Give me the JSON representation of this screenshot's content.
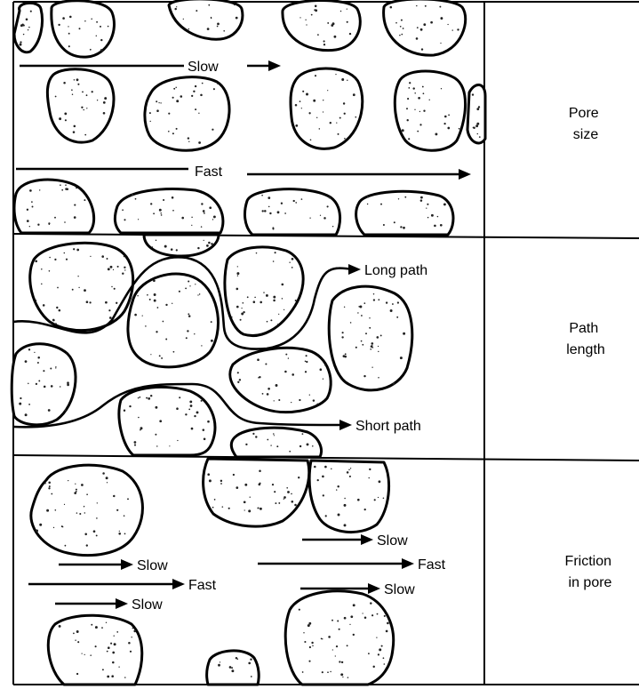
{
  "sections": [
    {
      "label_lines": [
        "Pore",
        "size"
      ],
      "flows": {
        "top": "Slow",
        "bottom": "Fast"
      }
    },
    {
      "label_lines": [
        "Path",
        "length"
      ],
      "flows": {
        "upper": "Long path",
        "lower": "Short path"
      }
    },
    {
      "label_lines": [
        "Friction",
        "in pore"
      ],
      "left_flows": [
        "Slow",
        "Fast",
        "Slow"
      ],
      "right_flows": [
        "Slow",
        "Fast",
        "Slow"
      ]
    }
  ]
}
